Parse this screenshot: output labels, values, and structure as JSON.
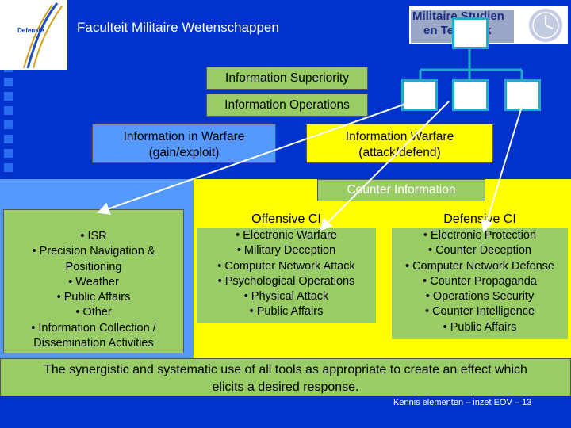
{
  "header": {
    "title": "Faculteit Militaire Wetenschappen",
    "logo_text": "Defensie",
    "right_logo_line1": "Militaire Studien",
    "right_logo_line2": "en Techniek"
  },
  "hierarchy": {
    "superiority": "Information Superiority",
    "operations": "Information Operations",
    "in_warfare_line1": "Information in Warfare",
    "in_warfare_line2": "(gain/exploit)",
    "warfare_line1": "Information Warfare",
    "warfare_line2": "(attack/defend)",
    "counter": "Counter Information"
  },
  "left_column": {
    "items": [
      "• ISR",
      "• Precision Navigation &",
      "Positioning",
      "• Weather",
      "• Public Affairs",
      "• Other",
      "• Information Collection /",
      "Dissemination Activities"
    ]
  },
  "offensive": {
    "title": "Offensive CI",
    "items": [
      "• Electronic Warfare",
      "• Military Deception",
      "• Computer Network Attack",
      "• Psychological Operations",
      "• Physical Attack",
      "• Public Affairs"
    ]
  },
  "defensive": {
    "title": "Defensive CI",
    "items": [
      "• Electronic Protection",
      "• Counter Deception",
      "• Computer Network Defense",
      "• Counter Propaganda",
      "• Operations Security",
      "• Counter Intelligence",
      "• Public Affairs"
    ]
  },
  "summary": {
    "line1": "The synergistic and systematic use of all tools as appropriate to create an effect which",
    "line2": "elicits a desired response."
  },
  "footer": {
    "text": "Kennis elementen – inzet EOV",
    "separator": "–",
    "page": "13"
  },
  "colors": {
    "background": "#0033cc",
    "green": "#99cc66",
    "yellow": "#ffff00",
    "light_blue": "#5599ff"
  }
}
